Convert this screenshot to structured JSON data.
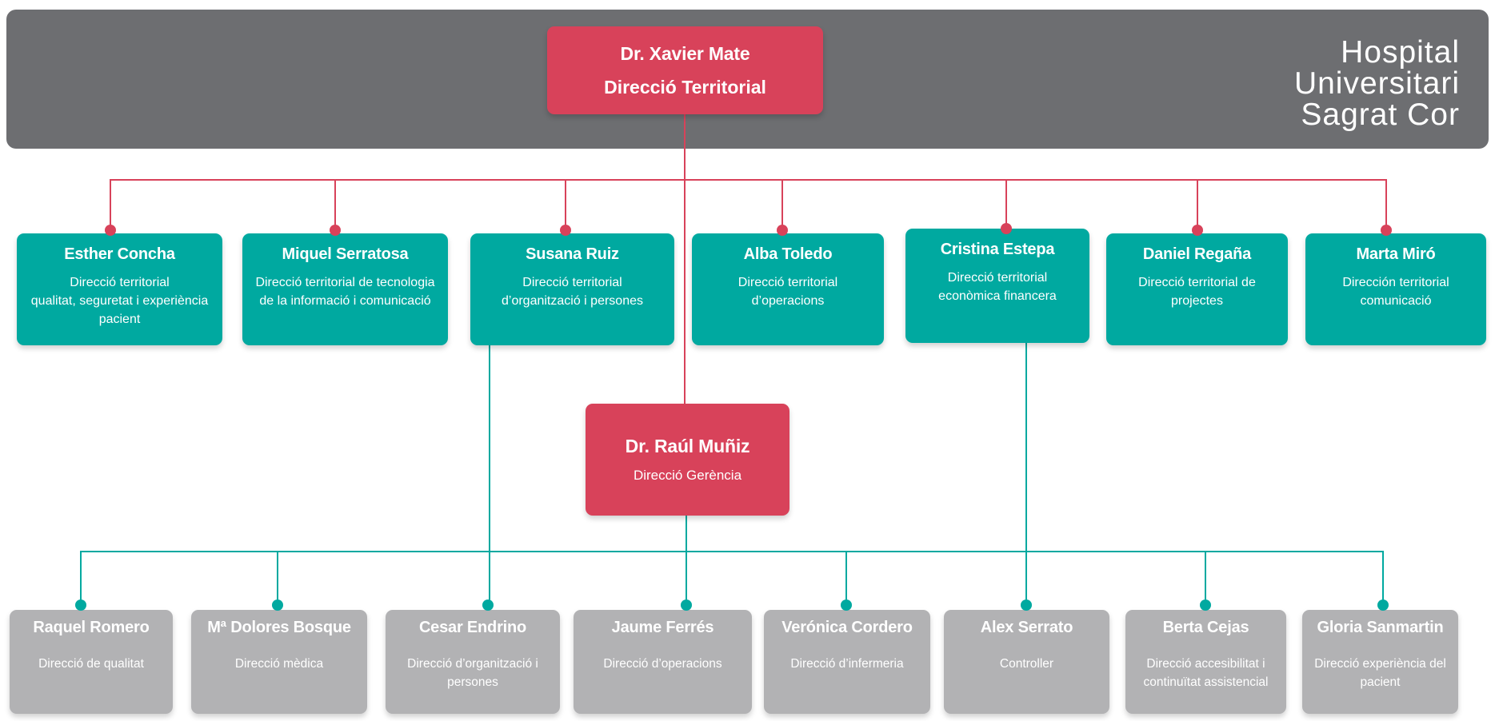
{
  "header": {
    "logo": "Hospital\nUniversitari\nSagrat Cor"
  },
  "org": {
    "territorial_director": {
      "name": "Dr. Xavier Mate",
      "role": "Direcció Territorial"
    },
    "territorial_team": [
      {
        "name": "Esther Concha",
        "role": "Direcció territorial\nqualitat, seguretat i experiència\npacient"
      },
      {
        "name": "Miquel Serratosa",
        "role": "Direcció territorial de tecnologia\nde la informació i comunicació"
      },
      {
        "name": "Susana Ruiz",
        "role": "Direcció territorial\nd’organització i persones"
      },
      {
        "name": "Alba Toledo",
        "role": "Direcció territorial\nd’operacions"
      },
      {
        "name": "Cristina Estepa",
        "role": "Direcció territorial\neconòmica financera"
      },
      {
        "name": "Daniel Regaña",
        "role": "Direcció territorial de\nprojectes"
      },
      {
        "name": "Marta Miró",
        "role": "Dirección territorial\ncomunicació"
      }
    ],
    "managing_director": {
      "name": "Dr. Raúl Muñiz",
      "role": "Direcció Gerència"
    },
    "management_team": [
      {
        "name": "Raquel Romero",
        "role": "Direcció de qualitat"
      },
      {
        "name": "Mª Dolores Bosque",
        "role": "Direcció mèdica"
      },
      {
        "name": "Cesar Endrino",
        "role": "Direcció d’organització i\npersones"
      },
      {
        "name": "Jaume Ferrés",
        "role": "Direcció d’operacions"
      },
      {
        "name": "Verónica Cordero",
        "role": "Direcció d’infermeria"
      },
      {
        "name": "Alex Serrato",
        "role": "Controller"
      },
      {
        "name": "Berta Cejas",
        "role": "Direcció accesibilitat i\ncontinuïtat assistencial"
      },
      {
        "name": "Gloria Sanmartin",
        "role": "Direcció experiència del\npacient"
      }
    ]
  },
  "colors": {
    "red": "#d8425a",
    "teal": "#00a9a0",
    "header_gray": "#6d6e71",
    "node_gray": "#b2b2b4"
  }
}
